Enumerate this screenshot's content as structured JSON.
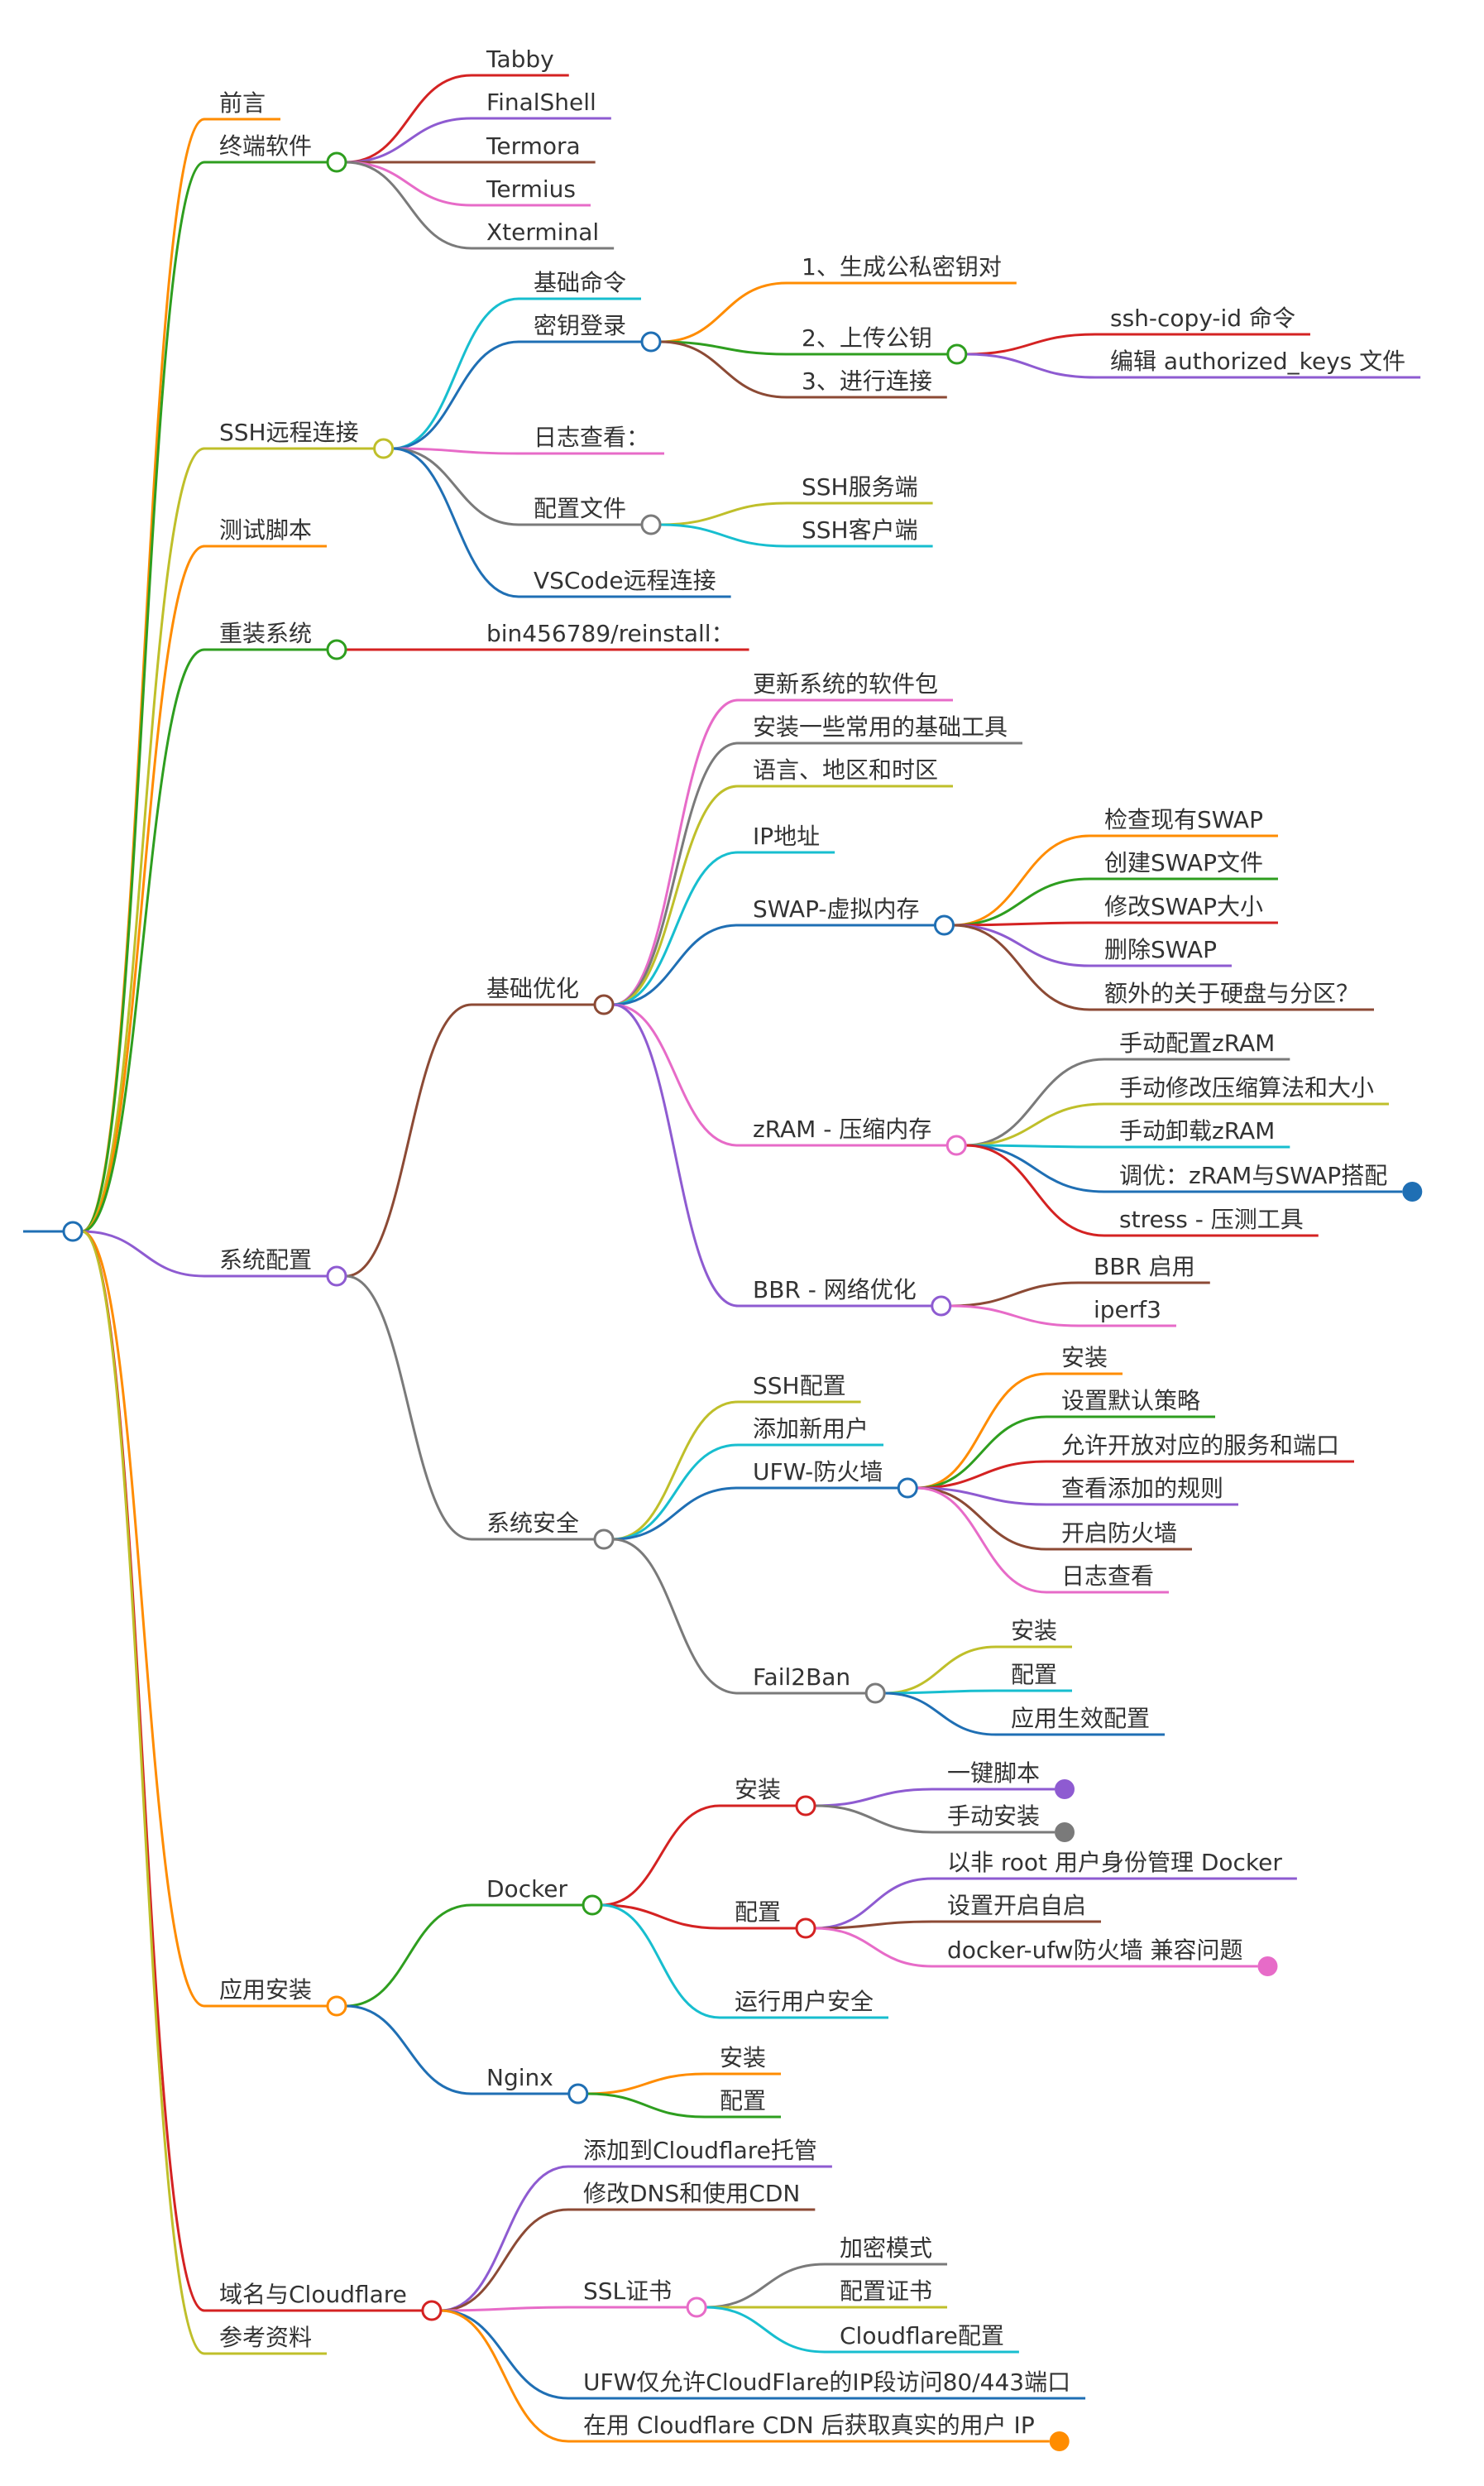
{
  "mindmap": {
    "root": {
      "label": "",
      "children": [
        {
          "label": "前言",
          "color": "#ff8c00"
        },
        {
          "label": "终端软件",
          "color": "#2e9e1f",
          "children": [
            {
              "label": "Tabby",
              "color": "#d42222"
            },
            {
              "label": "FinalShell",
              "color": "#8e5bd1"
            },
            {
              "label": "Termora",
              "color": "#8c4a35"
            },
            {
              "label": "Termius",
              "color": "#e76bc8"
            },
            {
              "label": "Xterminal",
              "color": "#7a7a7a"
            }
          ]
        },
        {
          "label": "SSH远程连接",
          "color": "#bfbf2a",
          "children": [
            {
              "label": "基础命令",
              "color": "#17becf"
            },
            {
              "label": "密钥登录",
              "color": "#1f6fb4",
              "children": [
                {
                  "label": "1、生成公私密钥对",
                  "color": "#ff8c00"
                },
                {
                  "label": "2、上传公钥",
                  "color": "#2e9e1f",
                  "children": [
                    {
                      "label": "ssh-copy-id 命令",
                      "color": "#d42222"
                    },
                    {
                      "label": "编辑 authorized_keys 文件",
                      "color": "#8e5bd1"
                    }
                  ]
                },
                {
                  "label": "3、进行连接",
                  "color": "#8c4a35"
                }
              ]
            },
            {
              "label": "日志查看：",
              "color": "#e76bc8"
            },
            {
              "label": "配置文件",
              "color": "#7a7a7a",
              "children": [
                {
                  "label": "SSH服务端",
                  "color": "#bfbf2a"
                },
                {
                  "label": "SSH客户端",
                  "color": "#17becf"
                }
              ]
            },
            {
              "label": "VSCode远程连接",
              "color": "#1f6fb4"
            }
          ]
        },
        {
          "label": "测试脚本",
          "color": "#ff8c00"
        },
        {
          "label": "重装系统",
          "color": "#2e9e1f",
          "children": [
            {
              "label": "bin456789/reinstall：",
              "color": "#d42222"
            }
          ]
        },
        {
          "label": "系统配置",
          "color": "#8e5bd1",
          "children": [
            {
              "label": "基础优化",
              "color": "#8c4a35",
              "children": [
                {
                  "label": "更新系统的软件包",
                  "color": "#e76bc8"
                },
                {
                  "label": "安装一些常用的基础工具",
                  "color": "#7a7a7a"
                },
                {
                  "label": "语言、地区和时区",
                  "color": "#bfbf2a"
                },
                {
                  "label": "IP地址",
                  "color": "#17becf"
                },
                {
                  "label": "SWAP-虚拟内存",
                  "color": "#1f6fb4",
                  "children": [
                    {
                      "label": "检查现有SWAP",
                      "color": "#ff8c00"
                    },
                    {
                      "label": "创建SWAP文件",
                      "color": "#2e9e1f"
                    },
                    {
                      "label": "修改SWAP大小",
                      "color": "#d42222"
                    },
                    {
                      "label": "删除SWAP",
                      "color": "#8e5bd1"
                    },
                    {
                      "label": "额外的关于硬盘与分区？",
                      "color": "#8c4a35"
                    }
                  ]
                },
                {
                  "label": "zRAM - 压缩内存",
                  "color": "#e76bc8",
                  "children": [
                    {
                      "label": "手动配置zRAM",
                      "color": "#7a7a7a"
                    },
                    {
                      "label": "手动修改压缩算法和大小",
                      "color": "#bfbf2a"
                    },
                    {
                      "label": "手动卸载zRAM",
                      "color": "#17becf"
                    },
                    {
                      "label": "调优：zRAM与SWAP搭配",
                      "color": "#1f6fb4",
                      "dot": true
                    },
                    {
                      "label": "stress - 压测工具",
                      "color": "#d42222"
                    }
                  ]
                },
                {
                  "label": "BBR - 网络优化",
                  "color": "#8e5bd1",
                  "children": [
                    {
                      "label": "BBR 启用",
                      "color": "#8c4a35"
                    },
                    {
                      "label": "iperf3",
                      "color": "#e76bc8"
                    }
                  ]
                }
              ]
            },
            {
              "label": "系统安全",
              "color": "#7a7a7a",
              "children": [
                {
                  "label": "SSH配置",
                  "color": "#bfbf2a"
                },
                {
                  "label": "添加新用户",
                  "color": "#17becf"
                },
                {
                  "label": "UFW-防火墙",
                  "color": "#1f6fb4",
                  "children": [
                    {
                      "label": "安装",
                      "color": "#ff8c00"
                    },
                    {
                      "label": "设置默认策略",
                      "color": "#2e9e1f"
                    },
                    {
                      "label": "允许开放对应的服务和端口",
                      "color": "#d42222"
                    },
                    {
                      "label": "查看添加的规则",
                      "color": "#8e5bd1"
                    },
                    {
                      "label": "开启防火墙",
                      "color": "#8c4a35"
                    },
                    {
                      "label": "日志查看",
                      "color": "#e76bc8"
                    }
                  ]
                },
                {
                  "label": "Fail2Ban",
                  "color": "#7a7a7a",
                  "children": [
                    {
                      "label": "安装",
                      "color": "#bfbf2a"
                    },
                    {
                      "label": "配置",
                      "color": "#17becf"
                    },
                    {
                      "label": "应用生效配置",
                      "color": "#1f6fb4"
                    }
                  ]
                }
              ]
            }
          ]
        },
        {
          "label": "应用安装",
          "color": "#ff8c00",
          "children": [
            {
              "label": "Docker",
              "color": "#2e9e1f",
              "children": [
                {
                  "label": "安装",
                  "color": "#d42222",
                  "children": [
                    {
                      "label": "一键脚本",
                      "color": "#8e5bd1",
                      "dot": true
                    },
                    {
                      "label": "手动安装",
                      "color": "#7a7a7a",
                      "dot": true
                    }
                  ]
                },
                {
                  "label": "配置",
                  "color": "#d42222",
                  "children": [
                    {
                      "label": "以非 root 用户身份管理 Docker",
                      "color": "#8e5bd1"
                    },
                    {
                      "label": "设置开启自启",
                      "color": "#8c4a35"
                    },
                    {
                      "label": "docker-ufw防火墙 兼容问题",
                      "color": "#e76bc8",
                      "dot": true
                    }
                  ]
                },
                {
                  "label": "运行用户安全",
                  "color": "#17becf"
                }
              ]
            },
            {
              "label": "Nginx",
              "color": "#1f6fb4",
              "children": [
                {
                  "label": "安装",
                  "color": "#ff8c00"
                },
                {
                  "label": "配置",
                  "color": "#2e9e1f"
                }
              ]
            }
          ]
        },
        {
          "label": "域名与Cloudflare",
          "color": "#d42222",
          "children": [
            {
              "label": "添加到Cloudflare托管",
              "color": "#8e5bd1"
            },
            {
              "label": "修改DNS和使用CDN",
              "color": "#8c4a35"
            },
            {
              "label": "SSL证书",
              "color": "#e76bc8",
              "children": [
                {
                  "label": "加密模式",
                  "color": "#7a7a7a"
                },
                {
                  "label": "配置证书",
                  "color": "#bfbf2a"
                },
                {
                  "label": "Cloudflare配置",
                  "color": "#17becf"
                }
              ]
            },
            {
              "label": "UFW仅允许CloudFlare的IP段访问80/443端口",
              "color": "#1f6fb4"
            },
            {
              "label": "在用 Cloudflare CDN 后获取真实的用户 IP",
              "color": "#ff8c00",
              "dot": true
            }
          ]
        },
        {
          "label": "参考资料",
          "color": "#bfbf2a"
        }
      ]
    }
  }
}
